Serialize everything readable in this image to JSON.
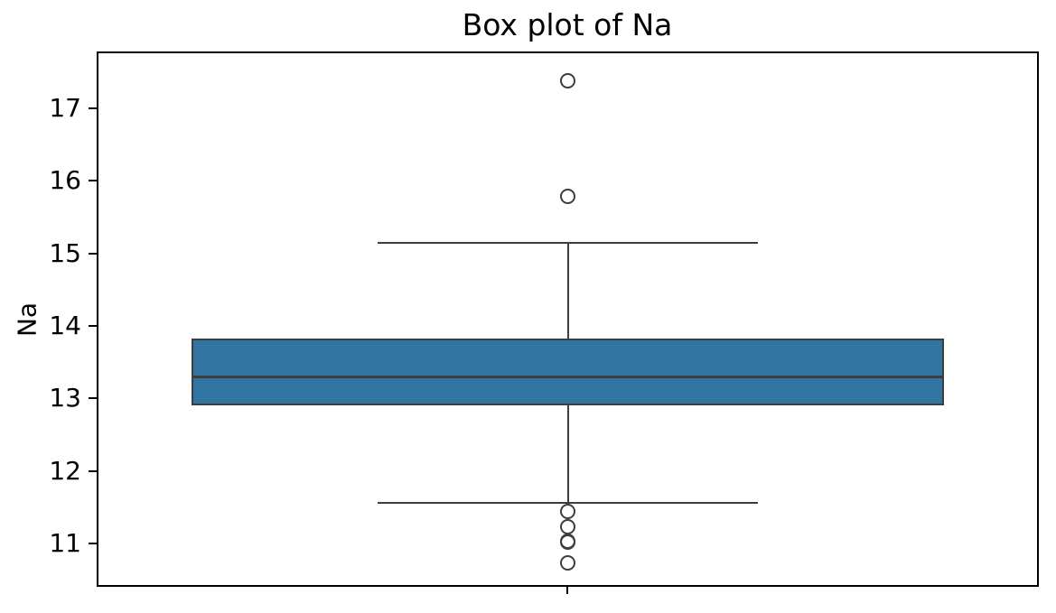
{
  "chart_data": {
    "type": "boxplot",
    "title": "Box plot of Na",
    "xlabel": "",
    "ylabel": "Na",
    "orientation": "vertical",
    "grid": false,
    "legend": false,
    "ylim": [
      10.43,
      17.76
    ],
    "yticks": [
      11,
      12,
      13,
      14,
      15,
      16,
      17
    ],
    "series": [
      {
        "name": "Na",
        "q1": 12.91,
        "median": 13.3,
        "q3": 13.83,
        "whisker_low": 11.56,
        "whisker_high": 15.15,
        "outliers": [
          17.38,
          15.79,
          11.45,
          11.23,
          11.03,
          11.02,
          10.73
        ]
      }
    ],
    "colors": {
      "box_fill": "#3274a1",
      "box_line": "#3d3d3d",
      "axis": "#000000",
      "text": "#000000"
    }
  }
}
